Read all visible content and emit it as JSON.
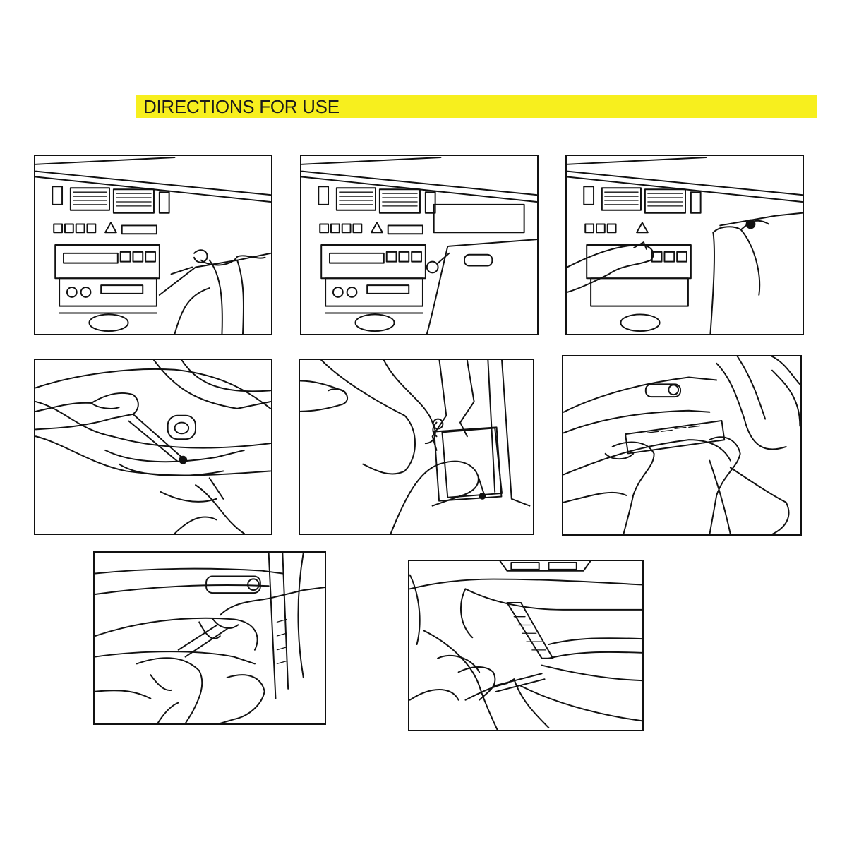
{
  "header": {
    "title": "DIRECTIONS FOR USE",
    "banner_color": "#f7ef1e"
  },
  "steps": [
    {
      "scene": "dashboard radio removal with hook tool"
    },
    {
      "scene": "dashboard with round tool inserted"
    },
    {
      "scene": "dashboard trim prying with both hands"
    },
    {
      "scene": "door panel prying with wedge tool"
    },
    {
      "scene": "door frame trim prying"
    },
    {
      "scene": "window switch panel removal"
    },
    {
      "scene": "door handle trim prying"
    },
    {
      "scene": "door armrest trim removal"
    }
  ]
}
